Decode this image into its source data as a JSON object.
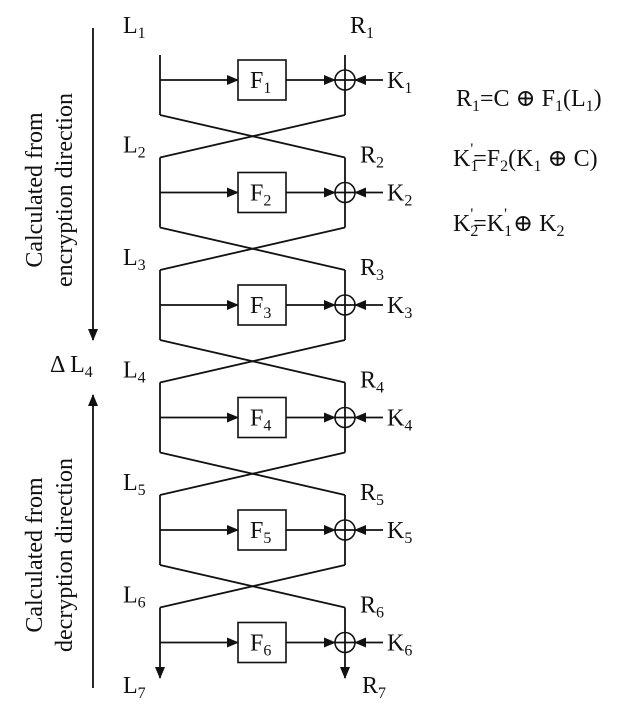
{
  "rounds": [
    {
      "L": "L",
      "L_sub": "1",
      "R": "R",
      "R_sub": "1",
      "F": "F",
      "F_sub": "1",
      "K": "K",
      "K_sub": "1"
    },
    {
      "L": "L",
      "L_sub": "2",
      "R": "R",
      "R_sub": "2",
      "F": "F",
      "F_sub": "2",
      "K": "K",
      "K_sub": "2"
    },
    {
      "L": "L",
      "L_sub": "3",
      "R": "R",
      "R_sub": "3",
      "F": "F",
      "F_sub": "3",
      "K": "K",
      "K_sub": "3"
    },
    {
      "L": "L",
      "L_sub": "4",
      "R": "R",
      "R_sub": "4",
      "F": "F",
      "F_sub": "4",
      "K": "K",
      "K_sub": "4"
    },
    {
      "L": "L",
      "L_sub": "5",
      "R": "R",
      "R_sub": "5",
      "F": "F",
      "F_sub": "5",
      "K": "K",
      "K_sub": "5"
    },
    {
      "L": "L",
      "L_sub": "6",
      "R": "R",
      "R_sub": "6",
      "F": "F",
      "F_sub": "6",
      "K": "K",
      "K_sub": "6"
    }
  ],
  "outputs": {
    "L": "L",
    "L_sub": "7",
    "R": "R",
    "R_sub": "7"
  },
  "delta_label": {
    "prefix": "Δ L",
    "sub": "4"
  },
  "side_labels": {
    "encryption_line1": "Calculated from",
    "encryption_line2": "encryption direction",
    "decryption_line1": "Calculated from",
    "decryption_line2": "decryption direction"
  },
  "equations": {
    "eq1": {
      "a": "R",
      "a_sub": "1",
      "b": "=C ⊕ F",
      "b_sub": "1",
      "c": "(L",
      "c_sub": "1",
      "d": ")"
    },
    "eq2": {
      "a": "K",
      "a_sub": "1",
      "a_sup": "'",
      "b": "=F",
      "b_sub": "2",
      "c": "(K",
      "c_sub": "1",
      "d": " ⊕ C)"
    },
    "eq3": {
      "a": "K",
      "a_sub": "2",
      "a_sup": "'",
      "b": "=K",
      "b_sub": "1",
      "b_sup": "'",
      "c": "  ⊕ K",
      "c_sub": "2"
    }
  }
}
